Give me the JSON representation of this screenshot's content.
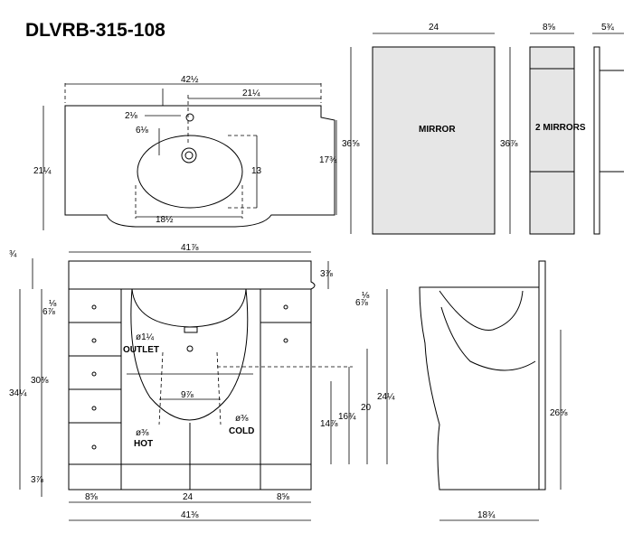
{
  "title": "DLVRB-315-108",
  "labels": {
    "mirror": "MIRROR",
    "two_mirrors": "2 MIRRORS",
    "outlet": "OUTLET",
    "hot": "HOT",
    "cold": "COLD"
  },
  "dimensions": {
    "top_width": "42½",
    "drain_offset": "21¼",
    "faucet_back": "2⅛",
    "faucet_front": "6⅛",
    "top_depth": "21¼",
    "bowl_depth": "17¾",
    "bowl_length": "13",
    "bowl_width": "18½",
    "mirror_width": "24",
    "mirror_height_1": "36⅝",
    "mirror_height_2": "36⅞",
    "cabinet_depth": "8⅝",
    "cabinet_side": "5¾",
    "vanity_width_top": "41⅞",
    "left_step": "¾",
    "top_thickness": "3⅞",
    "overall_height": "34¼",
    "body_height": "30⅜",
    "left_top_gap": "⅛",
    "drawer_top": "6⅞",
    "right_top_gap": "⅛",
    "right_drawer_top": "6⅞",
    "outlet_dia": "ø1¼",
    "supply_spacing": "9⅞",
    "hot_dia": "ø⅜",
    "cold_dia": "ø⅜",
    "hot_height": "14⅞",
    "cold_height": "16¾",
    "outlet_height": "20",
    "height_24": "24¼",
    "toe_height": "3⅞",
    "left_drawer_width": "8⅝",
    "center_width": "24",
    "right_drawer_width": "8⅝",
    "vanity_width_bottom": "41⅜",
    "side_height": "26⅝",
    "side_depth": "18¾"
  }
}
